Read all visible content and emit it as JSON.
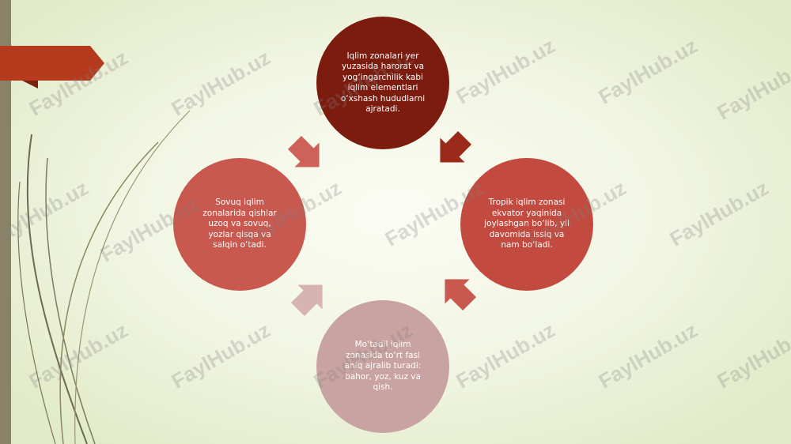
{
  "watermark_text": "FaylHub.uz",
  "colors": {
    "left_bar": "#8a8266",
    "ribbon": "#b53a1e",
    "node_top": "#7b1c0f",
    "node_right": "#c24a3e",
    "node_bottom": "#c9a3a1",
    "node_left": "#c9584f"
  },
  "cycle": {
    "top": "Iqlim zonalari yer yuzasida harorat va yog‘ingarchilik kabi iqlim elementlari o‘xshash hududlarni ajratadi.",
    "right": "Tropik iqlim zonasi ekvator yaqinida joylashgan bo‘lib, yil davomida issiq va nam bo‘ladi.",
    "bottom": "Mo‘tadil iqlim zonasida to‘rt fasl aniq ajralib turadi: bahor, yoz, kuz va qish.",
    "left": "Sovuq iqlim zonalarida qishlar uzoq va sovuq, yozlar qisqa va salqin o‘tadi."
  }
}
